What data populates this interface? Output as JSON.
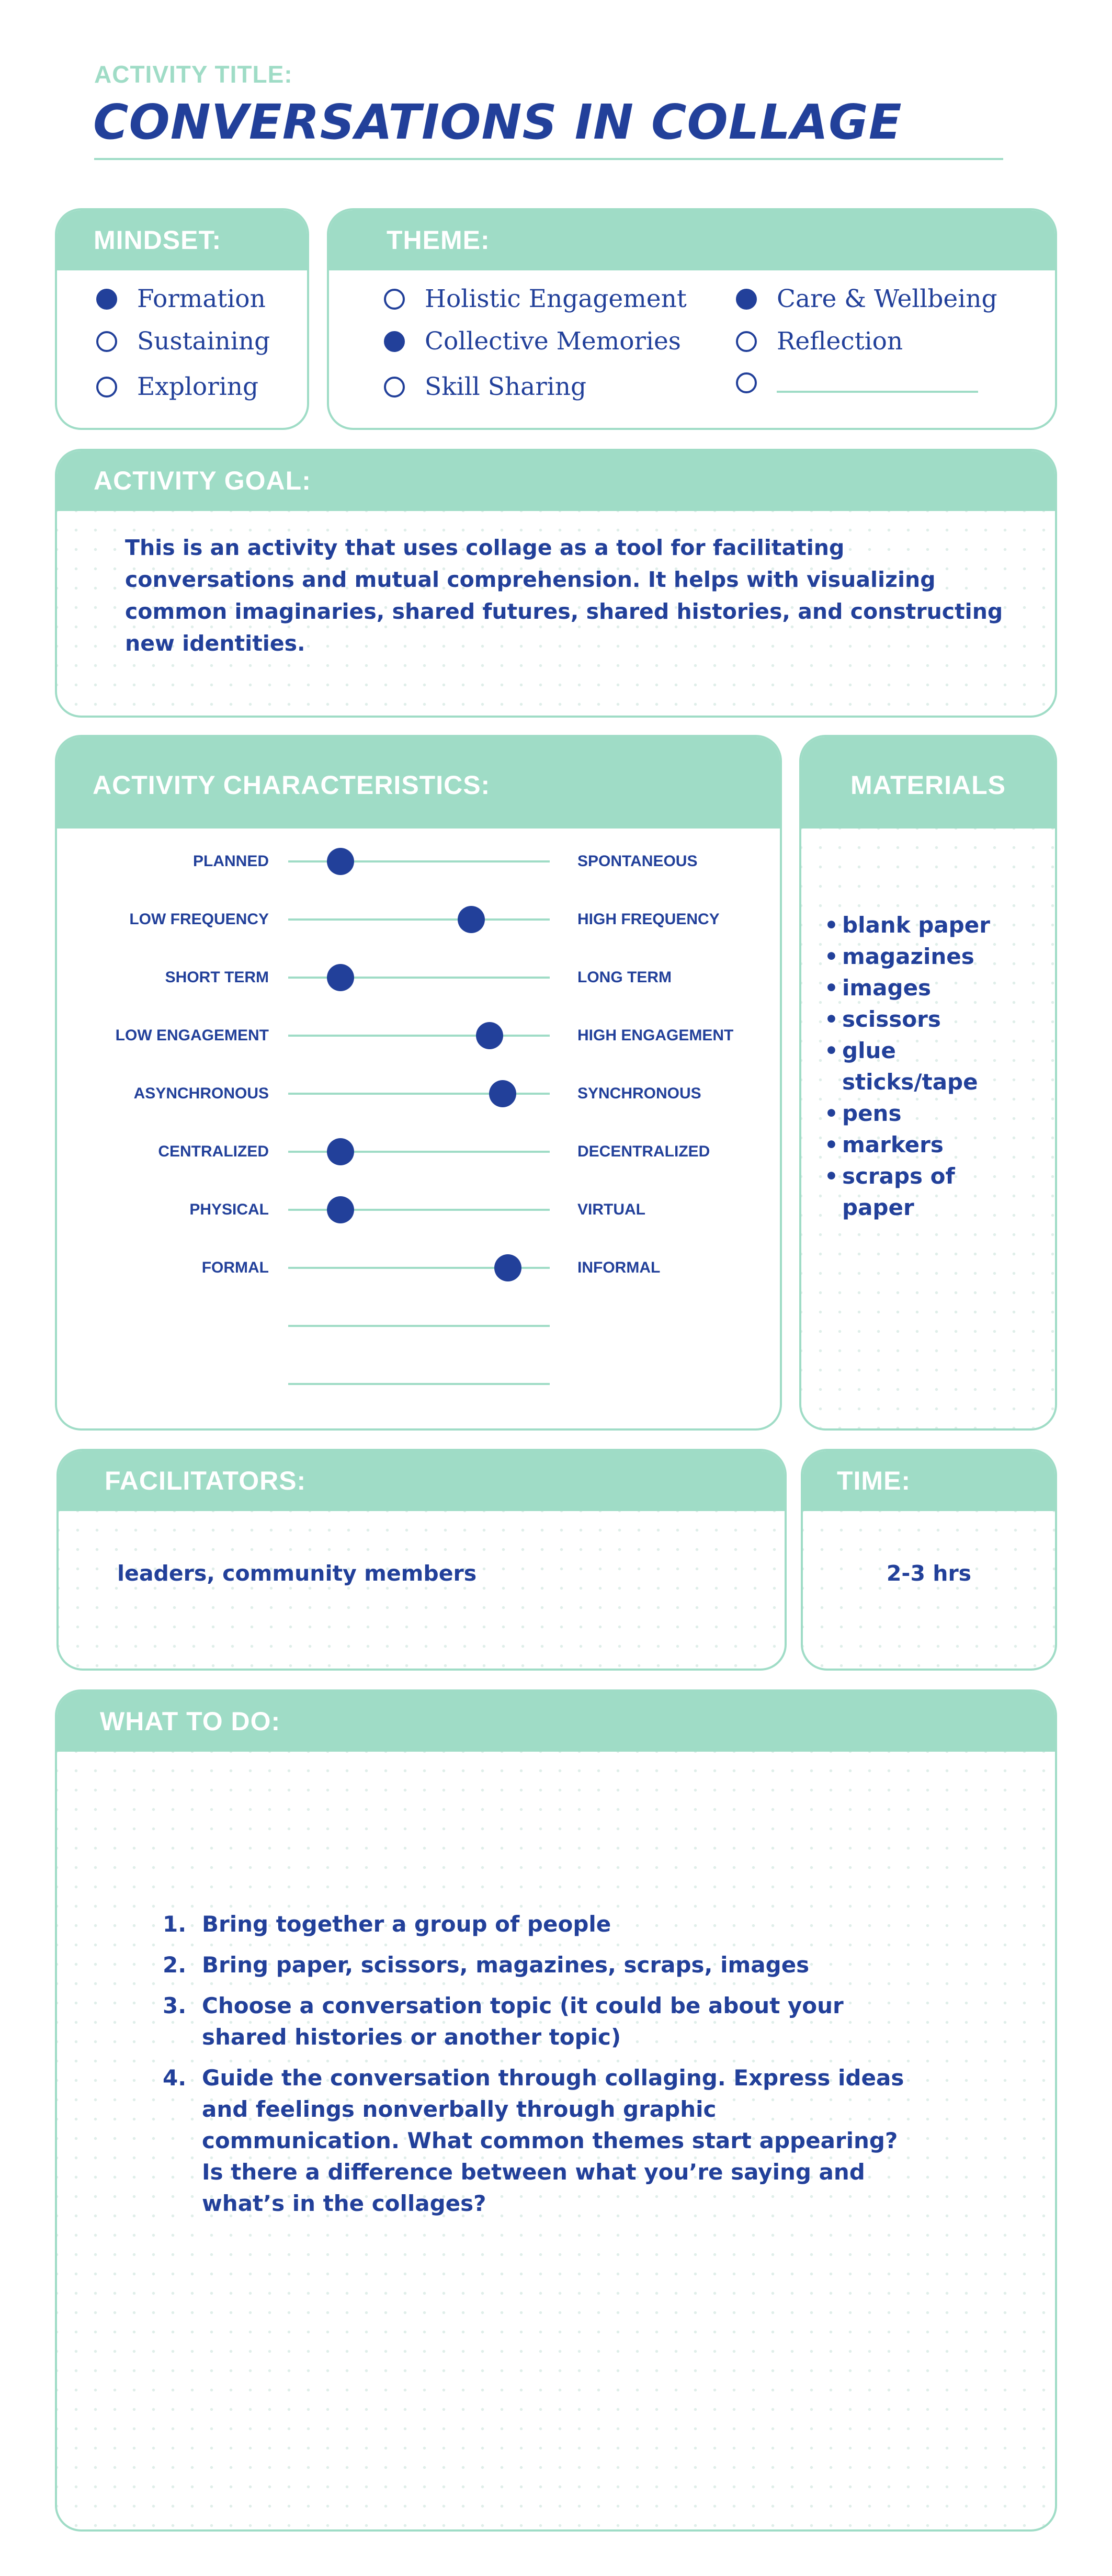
{
  "header": {
    "label": "ACTIVITY TITLE:",
    "title": "CONVERSATIONS IN COLLAGE"
  },
  "colors": {
    "accent": "#9fdcc6",
    "ink": "#22409a"
  },
  "mindset": {
    "heading": "MINDSET:",
    "options": [
      {
        "label": "Formation",
        "selected": true
      },
      {
        "label": "Sustaining",
        "selected": false
      },
      {
        "label": "Exploring",
        "selected": false
      }
    ]
  },
  "theme": {
    "heading": "THEME:",
    "options": [
      {
        "label": "Holistic Engagement",
        "selected": false
      },
      {
        "label": "Collective Memories",
        "selected": true
      },
      {
        "label": "Skill Sharing",
        "selected": false
      },
      {
        "label": "Care & Wellbeing",
        "selected": true
      },
      {
        "label": "Reflection",
        "selected": false
      },
      {
        "label": "",
        "selected": false
      }
    ]
  },
  "goal": {
    "heading": "ACTIVITY GOAL:",
    "text": "This is an activity that uses collage as a tool for facilitating conversations and mutual comprehension. It helps with visualizing common imaginaries, shared futures, shared histories, and constructing new identities."
  },
  "characteristics": {
    "heading": "ACTIVITY CHARACTERISTICS:",
    "sliders": [
      {
        "left": "PLANNED",
        "right": "SPONTANEOUS",
        "value": 0.2
      },
      {
        "left": "LOW FREQUENCY",
        "right": "HIGH FREQUENCY",
        "value": 0.7
      },
      {
        "left": "SHORT TERM",
        "right": "LONG TERM",
        "value": 0.2
      },
      {
        "left": "LOW ENGAGEMENT",
        "right": "HIGH ENGAGEMENT",
        "value": 0.77
      },
      {
        "left": "ASYNCHRONOUS",
        "right": "SYNCHRONOUS",
        "value": 0.82
      },
      {
        "left": "CENTRALIZED",
        "right": "DECENTRALIZED",
        "value": 0.2
      },
      {
        "left": "PHYSICAL",
        "right": "VIRTUAL",
        "value": 0.2
      },
      {
        "left": "FORMAL",
        "right": "INFORMAL",
        "value": 0.84
      }
    ]
  },
  "materials": {
    "heading": "MATERIALS",
    "items": [
      "blank paper",
      "magazines",
      "images",
      "scissors",
      "glue sticks/tape",
      "pens",
      "markers",
      "scraps of paper"
    ]
  },
  "facilitators": {
    "heading": "FACILITATORS:",
    "text": "leaders, community members"
  },
  "time": {
    "heading": "TIME:",
    "text": "2-3 hrs"
  },
  "steps": {
    "heading": "WHAT TO DO:",
    "items": [
      {
        "num": "1.",
        "text": "Bring together a group of people"
      },
      {
        "num": "2.",
        "text": "Bring paper, scissors, magazines, scraps, images"
      },
      {
        "num": "3.",
        "text": "Choose a conversation topic (it could be about your shared histories or another topic)"
      },
      {
        "num": "4.",
        "text": "Guide the conversation through collaging. Express ideas and feelings nonverbally through graphic communication. What common themes start appearing? Is there a difference between what you’re saying and what’s in the collages?"
      }
    ]
  }
}
